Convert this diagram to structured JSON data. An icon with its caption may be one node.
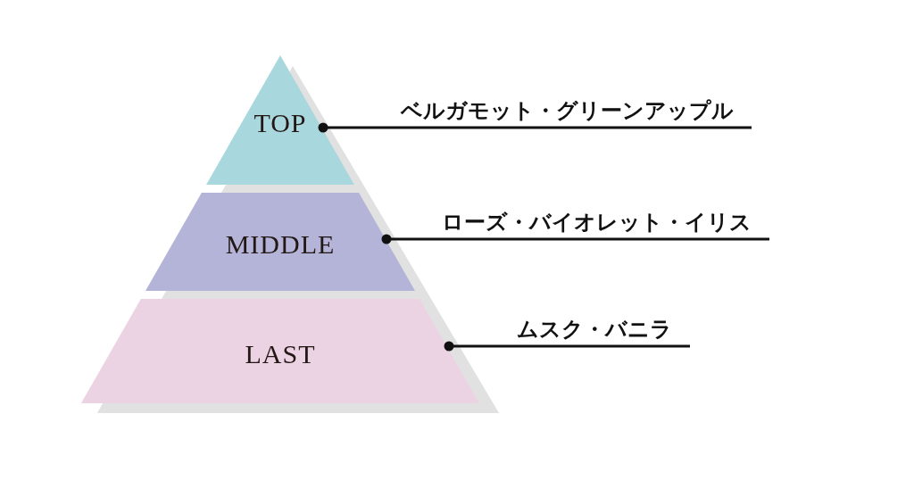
{
  "diagram": {
    "nodes": [
      {
        "text": [
          "TOP"
        ]
      },
      {
        "text": [
          "MIDDLE"
        ]
      },
      {
        "text": [
          "LAST"
        ]
      },
      {
        "text": [
          "ベルガモット・グリーンアップル"
        ]
      },
      {
        "text": [
          "ローズ・バイオレット・イリス"
        ]
      },
      {
        "text": [
          "ムスク・バニラ"
        ]
      }
    ],
    "edges": [
      {
        "from": 3,
        "to": 0,
        "arrow": "other"
      },
      {
        "from": 4,
        "to": 1,
        "arrow": "other"
      },
      {
        "from": 5,
        "to": 2,
        "arrow": "other"
      }
    ]
  }
}
